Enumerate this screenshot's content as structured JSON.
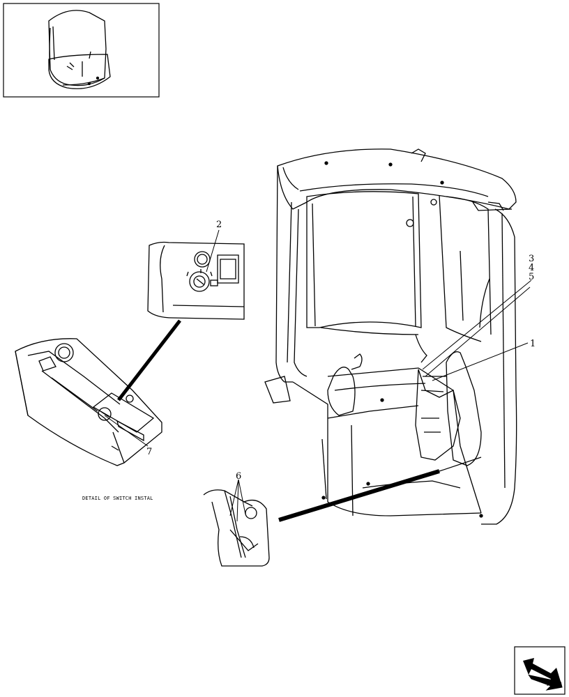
{
  "callouts": {
    "c1": "1",
    "c2": "2",
    "c3": "3",
    "c4": "4",
    "c5": "5",
    "c6": "6",
    "c7": "7"
  },
  "caption": "DETAIL OF SWITCH INSTAL",
  "icons": {
    "thumbnail": "cab-thumbnail-icon",
    "nav": "next-page-arrow-icon"
  }
}
